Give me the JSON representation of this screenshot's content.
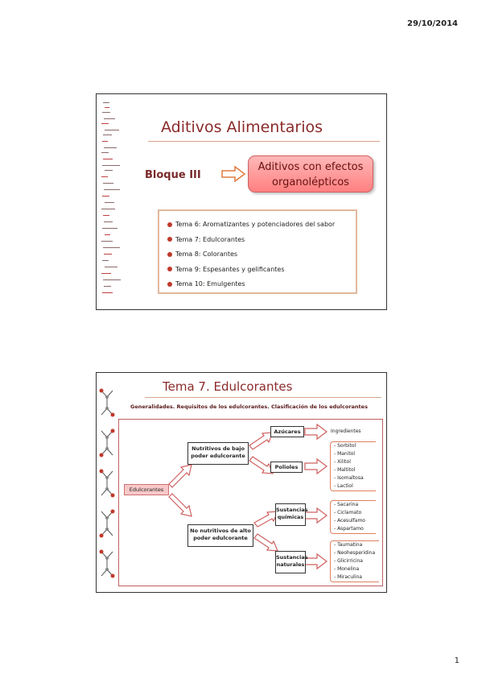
{
  "header": {
    "date": "29/10/2014"
  },
  "footer": {
    "page_number": "1"
  },
  "slide1": {
    "title": "Aditivos Alimentarios",
    "bloque": "Bloque III",
    "highlight_line1": "Aditivos con efectos",
    "highlight_line2": "organolépticos",
    "topics": [
      "Tema 6:  Aromatizantes y potenciadores del sabor",
      "Tema 7:  Edulcorantes",
      "Tema 8:  Colorantes",
      "Tema 9:  Espesantes y gelificantes",
      "Tema 10: Emulgentes"
    ]
  },
  "slide2": {
    "title": "Tema 7. Edulcorantes",
    "subtitle": "Generalidades. Requisitos de los edulcorantes. Clasificación de los edulcorantes",
    "root": "Edulcorantes",
    "nutritivos_line1": "Nutritivos de bajo",
    "nutritivos_line2": "poder edulcorante",
    "no_nutritivos_line1": "No nutritivos de alto",
    "no_nutritivos_line2": "poder edulcorante",
    "azucares": "Azúcares",
    "ingredientes": "Ingredientes",
    "polioles": "Polioles",
    "polioles_list": [
      "- Sorbitol",
      "- Manitol",
      "- Xilitol",
      "- Maltitol",
      "- Isomaltosa",
      "- Lactiol"
    ],
    "quimicas_line1": "Sustancias",
    "quimicas_line2": "químicas",
    "quimicas_list": [
      "- Sacarina",
      "- Ciclamato",
      "- Acesulfamo",
      "- Aspartamo"
    ],
    "naturales_line1": "Sustancias",
    "naturales_line2": "naturales",
    "naturales_list": [
      "- Taumatina",
      "- Neohesperidina",
      "- Glicirricina",
      "- Monelina",
      "- Miraculina"
    ]
  }
}
